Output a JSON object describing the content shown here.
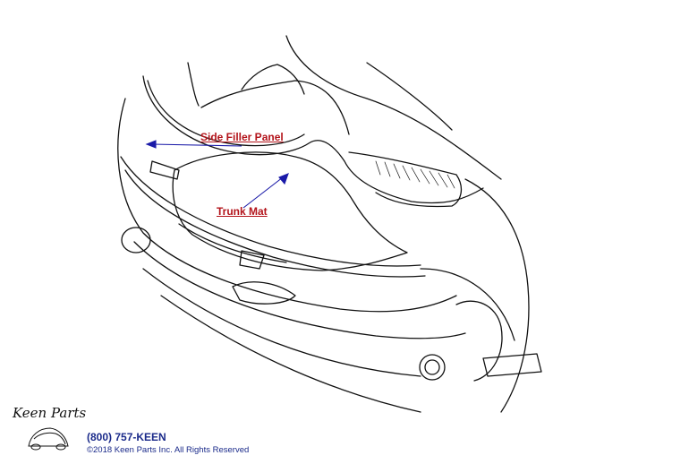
{
  "callouts": {
    "side_filler_panel": "Side Filler Panel",
    "trunk_mat": "Trunk Mat"
  },
  "footer": {
    "phone": "(800) 757-KEEN",
    "copyright": "©2018 Keen Parts Inc. All Rights Reserved"
  },
  "logo": {
    "script_text": "Keen Parts"
  },
  "colors": {
    "callout_text": "#b3141b",
    "leader_line": "#1a1aa8",
    "footer_text": "#1a2a8a",
    "drawing_line": "#111111"
  }
}
